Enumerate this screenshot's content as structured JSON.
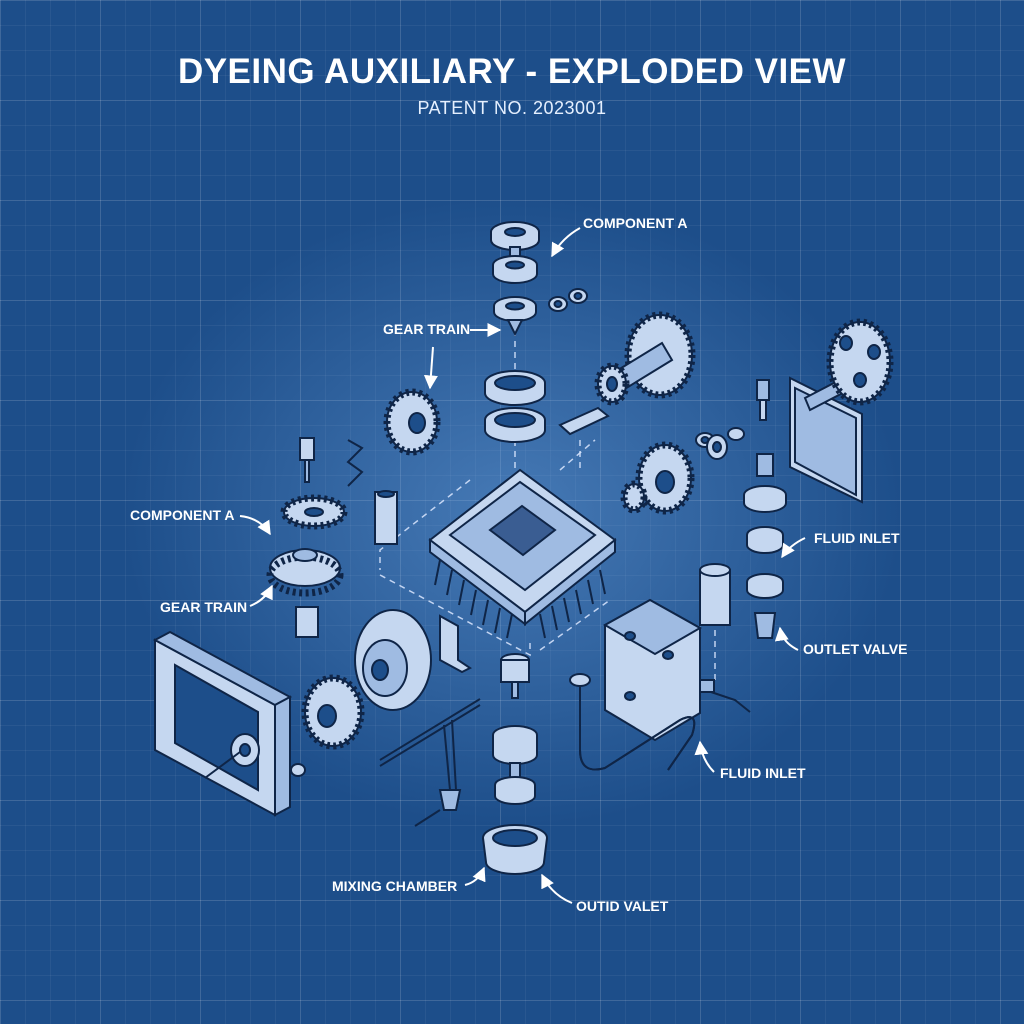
{
  "title": "DYEING AUXILIARY - EXPLODED VIEW",
  "subtitle": "PATENT NO. 2023001",
  "callouts": [
    "COMPONENT A",
    "GEAR TRAIN",
    "COMPONENT A",
    "GEAR TRAIN",
    "FLUID INLET",
    "OUTLET VALVE",
    "FLUID INLET",
    "MIXING CHAMBER",
    "OUTID VALET"
  ],
  "colors": {
    "background": "#1d4e8a",
    "grid": "#ffffff",
    "part_fill": "#c5d7f0",
    "part_stroke": "#0f2547",
    "label": "#ffffff"
  }
}
